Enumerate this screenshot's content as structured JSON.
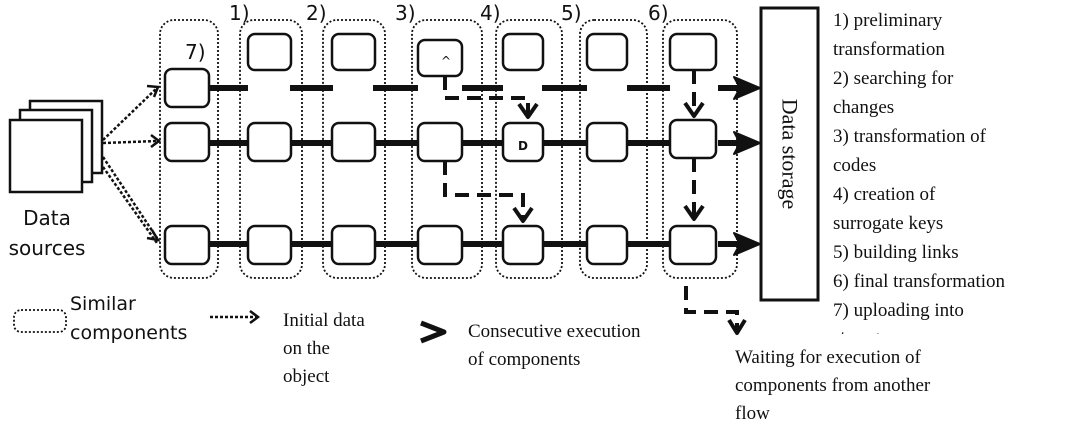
{
  "sources_label": [
    "Data",
    "sources"
  ],
  "stage_numbers": [
    "7)",
    "1)",
    "2)",
    "3)",
    "4)",
    "5)",
    "6)"
  ],
  "small_marks": [
    "^",
    "D"
  ],
  "storage_label": "Data storage",
  "stage_legend": [
    "1) preliminary",
    "transformation",
    "2) searching for",
    "changes",
    "3) transformation of",
    "codes",
    "4) creation of",
    "surrogate keys",
    "5) building links",
    "6) final transformation",
    "7) uploading into",
    "storage"
  ],
  "legend": {
    "similar": [
      "Similar",
      "components"
    ],
    "initial": [
      "Initial data",
      "on the",
      "object"
    ],
    "consecutive": [
      "Consecutive execution",
      "of components"
    ],
    "waiting": [
      "Waiting for execution of",
      "components from another",
      "flow"
    ]
  }
}
